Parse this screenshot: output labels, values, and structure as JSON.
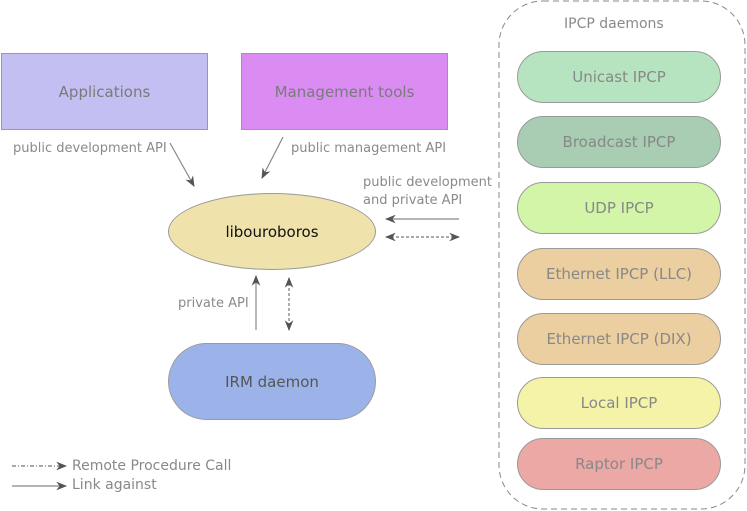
{
  "blocks": {
    "applications": "Applications",
    "management_tools": "Management tools",
    "libouroboros": "libouroboros",
    "irm_daemon": "IRM daemon"
  },
  "labels": {
    "public_dev_api": "public development API",
    "public_mgmt_api": "public management API",
    "public_dev_private_1": "public development",
    "public_dev_private_2": "and private API",
    "private_api": "private API"
  },
  "ipcp_group": {
    "title": "IPCP daemons",
    "items": [
      {
        "label": "Unicast IPCP",
        "color": "#b7e4c0"
      },
      {
        "label": "Broadcast IPCP",
        "color": "#a8cdb2"
      },
      {
        "label": "UDP IPCP",
        "color": "#d3f5a8"
      },
      {
        "label": "Ethernet IPCP (LLC)",
        "color": "#eccfa0"
      },
      {
        "label": "Ethernet IPCP (DIX)",
        "color": "#eccfa0"
      },
      {
        "label": "Local IPCP",
        "color": "#f5f3a8"
      },
      {
        "label": "Raptor IPCP",
        "color": "#eca8a4"
      }
    ]
  },
  "legend": {
    "rpc": "Remote Procedure Call",
    "link": "Link against"
  },
  "colors": {
    "applications": "#c3bff2",
    "management_tools": "#da8cf3",
    "libouroboros": "#efe2ab",
    "irm_daemon": "#9cb3e9"
  }
}
